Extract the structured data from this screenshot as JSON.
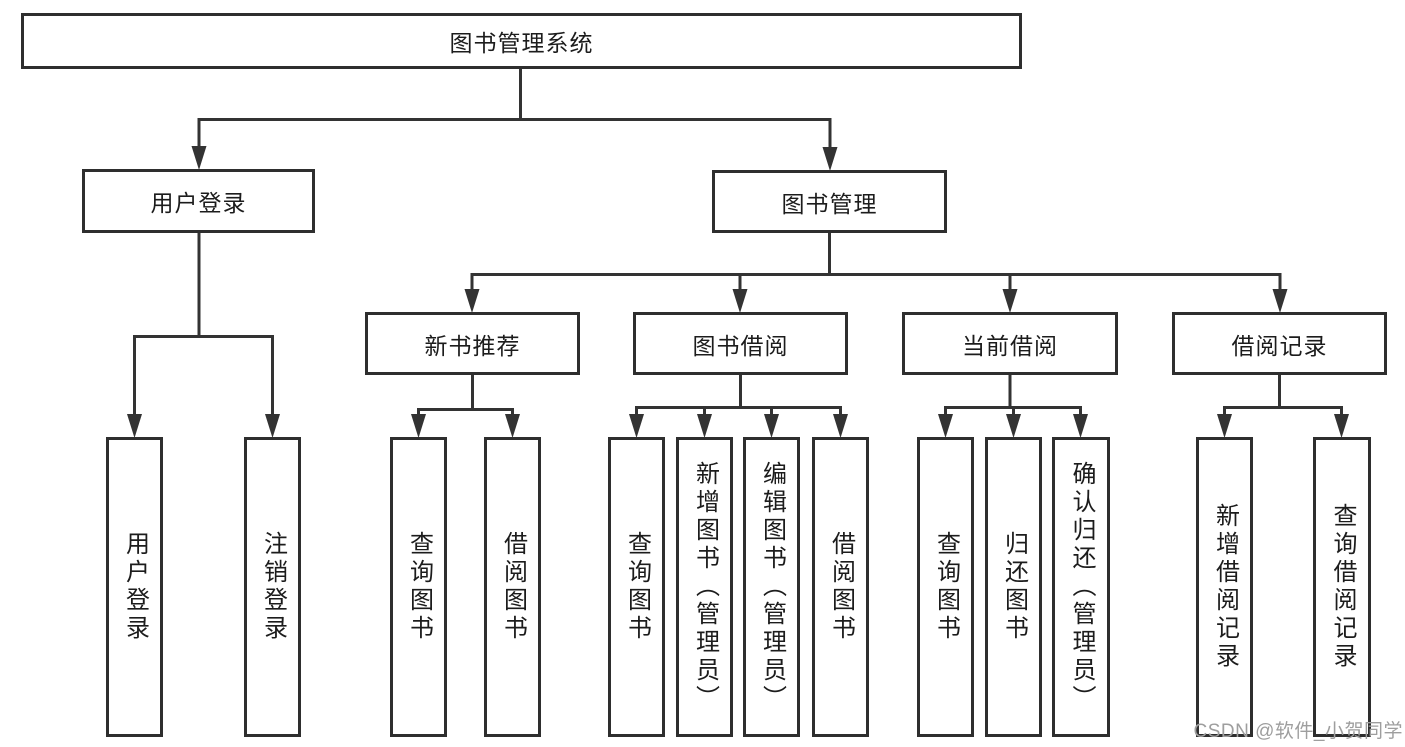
{
  "diagram_title": "图书管理系统",
  "watermark": "CSDN @软件_小贺同学",
  "colors": {
    "box_border": "#2e2e2e",
    "connector": "#333333",
    "text": "#1c1c1c",
    "watermark_text": "#9e9e9e",
    "background": "#ffffff"
  },
  "tree": {
    "label": "图书管理系统",
    "children": [
      {
        "label": "用户登录",
        "children": [
          {
            "label": "用户登录"
          },
          {
            "label": "注销登录"
          }
        ]
      },
      {
        "label": "图书管理",
        "children": [
          {
            "label": "新书推荐",
            "children": [
              {
                "label": "查询图书"
              },
              {
                "label": "借阅图书"
              }
            ]
          },
          {
            "label": "图书借阅",
            "children": [
              {
                "label": "查询图书"
              },
              {
                "label": "新增图书（管理员）"
              },
              {
                "label": "编辑图书（管理员）"
              },
              {
                "label": "借阅图书"
              }
            ]
          },
          {
            "label": "当前借阅",
            "children": [
              {
                "label": "查询图书"
              },
              {
                "label": "归还图书"
              },
              {
                "label": "确认归还（管理员）"
              }
            ]
          },
          {
            "label": "借阅记录",
            "children": [
              {
                "label": "新增借阅记录"
              },
              {
                "label": "查询借阅记录"
              }
            ]
          }
        ]
      }
    ]
  }
}
